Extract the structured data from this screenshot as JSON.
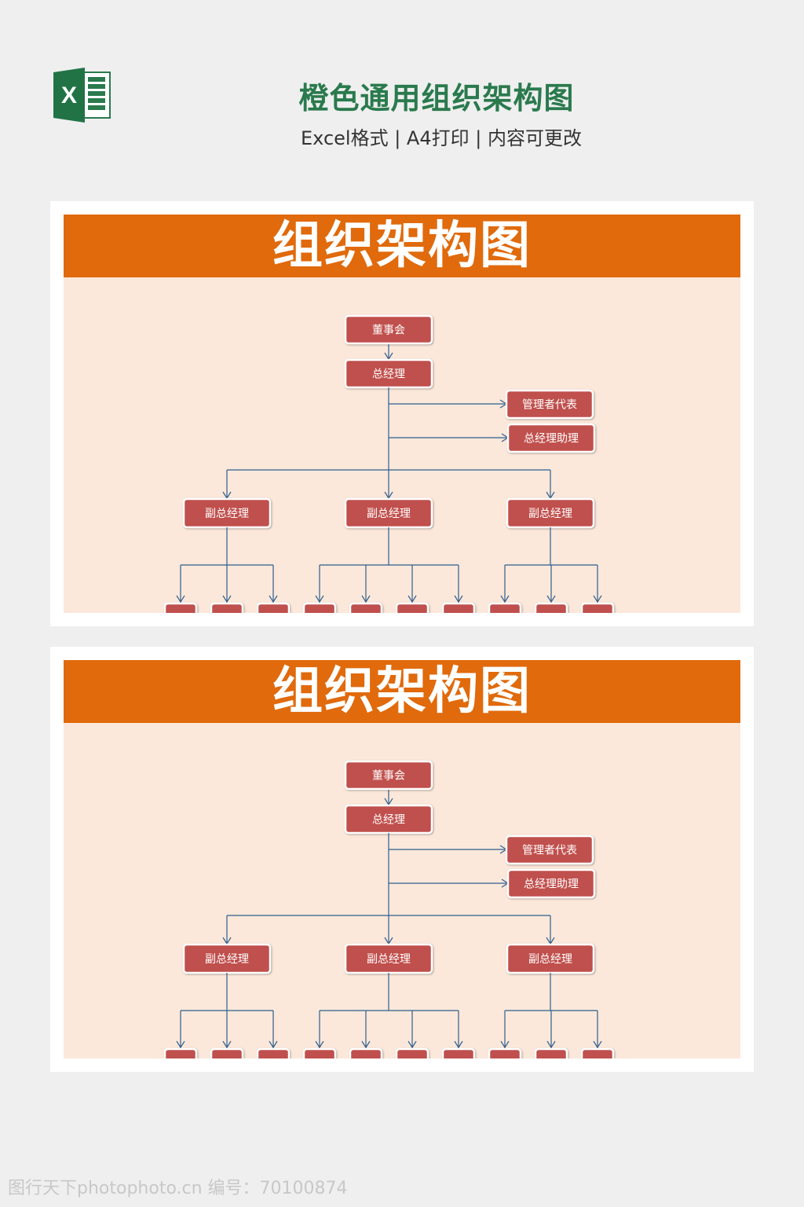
{
  "header": {
    "title": "橙色通用组织架构图",
    "subtitle": "Excel格式 | A4打印 | 内容可更改",
    "logo_icon": "excel-icon",
    "logo_letter": "X"
  },
  "panels": [
    {
      "title": "组织架构图"
    },
    {
      "title": "组织架构图"
    }
  ],
  "org_chart": {
    "board": "董事会",
    "gm": "总经理",
    "staff": [
      "管理者代表",
      "总经理助理"
    ],
    "vps": [
      "副总经理",
      "副总经理",
      "副总经理"
    ],
    "leaf_counts": [
      3,
      4,
      3
    ]
  },
  "colors": {
    "accent": "#e06a0c",
    "node": "#c0504d",
    "line": "#2f5e8e",
    "body_bg": "#fbe8da",
    "title_green": "#2a7a4d"
  },
  "watermark": "图行天下photophoto.cn 编号：70100874"
}
